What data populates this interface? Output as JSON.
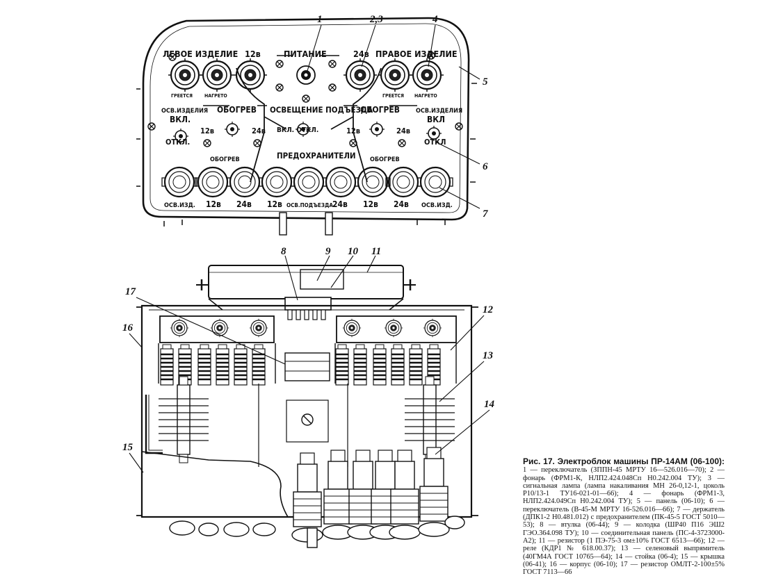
{
  "panel": {
    "top_labels": [
      "ЛЕВОЕ ИЗДЕЛИЕ",
      "12в",
      "ПИТАНИЕ",
      "24в",
      "ПРАВОЕ ИЗДЕЛИЕ"
    ],
    "greetsya_left": "ГРЕЕТСЯ",
    "nagreto_left": "НАГРЕТО",
    "greetsya_right": "ГРЕЕТСЯ",
    "nagreto_right": "НАГРЕТО",
    "osv_izdeliya_left": "ОСВ.ИЗДЕЛИЯ",
    "vkl_left": "ВКЛ.",
    "otkl_left": "ОТКЛ.",
    "obogrev_left": "ОБОГРЕВ",
    "osveshchenie": "ОСВЕЩЕНИЕ ПОДЪЕЗДА",
    "vkl_otkl_center": "ВКЛ.  ОТКЛ.",
    "obogrev_right": "ОБОГРЕВ",
    "osv_izdeliya_right": "ОСВ.ИЗДЕЛИЯ",
    "vkl_right": "ВКЛ",
    "otkl_right": "ОТКЛ",
    "v12_left": "12в",
    "v24_left": "24в",
    "v12_right": "12в",
    "v24_right": "24в",
    "predohraniteli": "ПРЕДОХРАНИТЕЛИ",
    "obogrev_fuse_left": "ОБОГРЕВ",
    "obogrev_fuse_right": "ОБОГРЕВ",
    "fuse_labels": [
      "ОСВ.ИЗД.",
      "12в",
      "24в",
      "12в",
      "ОСВ.ПОДЪЕЗДА",
      "24в",
      "12в",
      "24в",
      "ОСВ.ИЗД."
    ]
  },
  "callouts": {
    "c1": "1",
    "c23": "2,3",
    "c4": "4",
    "c5": "5",
    "c6": "6",
    "c7": "7",
    "c8": "8",
    "c9": "9",
    "c10": "10",
    "c11": "11",
    "c12": "12",
    "c13": "13",
    "c14": "14",
    "c15": "15",
    "c16": "16",
    "c17": "17"
  },
  "caption": {
    "title": "Рис. 17. Электроблок машины ПР-14АМ (06-100):",
    "body": "1 — переключатель (ЗППН-45 МРТУ 16—526.016—70); 2 — фонарь (ФРМ1-К, НЛП2.424.048Сп Н0.242.004 ТУ); 3 — сигнальная лампа (лампа накаливания МН 26-0,12-1, цоколь Р10/13-1 ТУ16-021-01—66); 4 — фонарь (ФРМ1-3, НЛП2.424.049Сп Н0.242.004 ТУ); 5 — панель (06-10); 6 — переключатель (В-45-М МРТУ 16-526.016—66); 7 — держатель (ДПК1-2 Н0.481.012) с предохранителем (ПК-45-5 ГОСТ 5010—53); 8 — втулка (06-44); 9 — колодка (ШР40 П16 ЭШ2 ГЭО.364.098 ТУ); 10 — соединительная панель (ПС-4-3723000-А2); 11 — резистор (1 ПЭ-75-3 ом±10% ГОСТ 6513—66); 12 — реле (КДР1 № 618.00.37); 13 — селеновый выпрямитель (40ГМ4А ГОСТ 10765—64); 14 — стойка (06-4); 15 — крышка (06-41); 16 — корпус (06-10); 17 — резистор ОМЛТ-2-100±5% ГОСТ 7113—66"
  }
}
